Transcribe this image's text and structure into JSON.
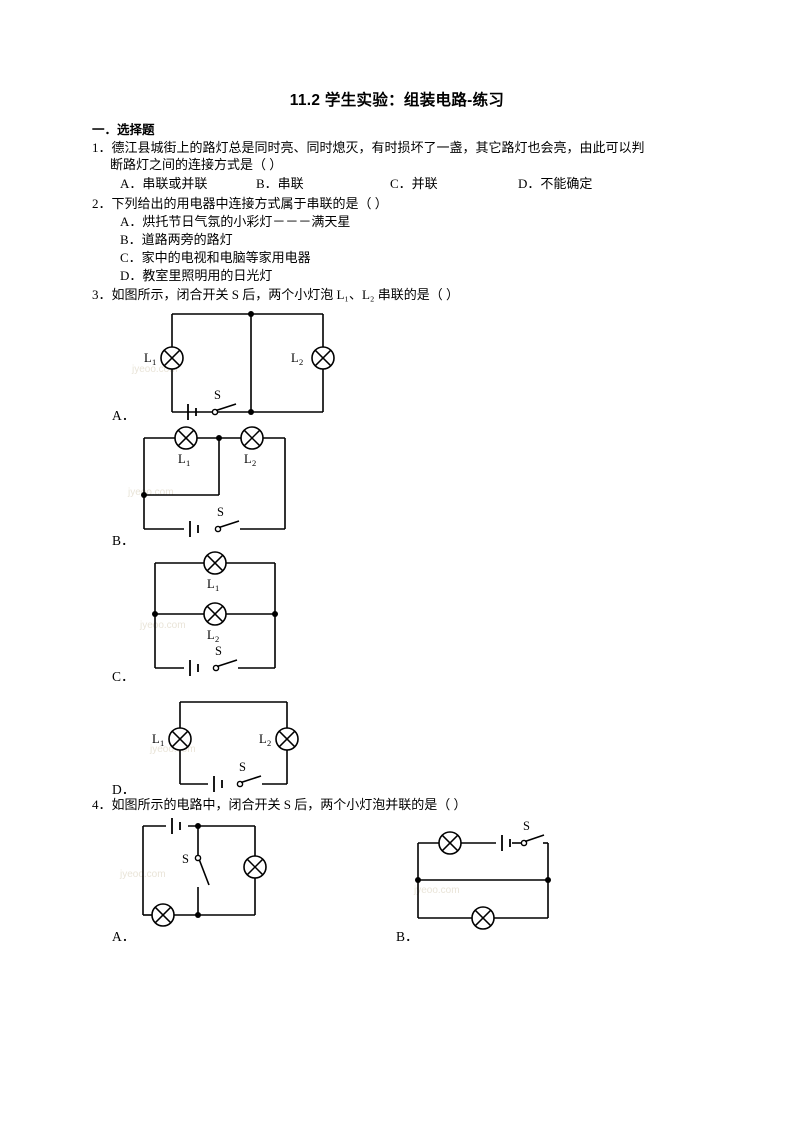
{
  "document": {
    "title": "11.2 学生实验：组装电路-练习",
    "section_heading": "一．选择题"
  },
  "questions": [
    {
      "number": "1．",
      "stem_line1": "德江县城街上的路灯总是同时亮、同时熄灭，有时损坏了一盏，其它路灯也会亮，由此可以判",
      "stem_line2": "断路灯之间的连接方式是（      ）",
      "options": [
        "A．串联或并联",
        "B．串联",
        "C．并联",
        "D．不能确定"
      ]
    },
    {
      "number": "2．",
      "stem_line1": "下列给出的用电器中连接方式属于串联的是（      ）",
      "options": [
        "A．烘托节日气氛的小彩灯－－－满天星",
        "B．道路两旁的路灯",
        "C．家中的电视和电脑等家用电器",
        "D．教室里照明用的日光灯"
      ]
    },
    {
      "number": "3．",
      "stem_line1": "如图所示，闭合开关 S 后，两个小灯泡 L₁、L₂ 串联的是（      ）",
      "choice_labels": [
        "A．",
        "B．",
        "C．",
        "D．"
      ],
      "circuits": [
        {
          "id": "q3-a",
          "description": "L1 与电池开关在左支路，L2 在右侧并联支路",
          "lamp_labels": [
            "L₁",
            "L₂"
          ],
          "switch_label": "S"
        },
        {
          "id": "q3-b",
          "description": "L1、L2 在上方，中间节点经导线接回左侧导线",
          "lamp_labels": [
            "L₁",
            "L₂"
          ],
          "switch_label": "S"
        },
        {
          "id": "q3-c",
          "description": "L1 与 L2 分别在上支路与中支路，电池开关在下方",
          "lamp_labels": [
            "L₁",
            "L₂"
          ],
          "switch_label": "S"
        },
        {
          "id": "q3-d",
          "description": "L1 在左边，L2 在右边，电池与开关在下方的串联回路",
          "lamp_labels": [
            "L₁",
            "L₂"
          ],
          "switch_label": "S"
        }
      ]
    },
    {
      "number": "4．",
      "stem_line1": "如图所示的电路中，闭合开关 S 后，两个小灯泡并联的是（      ）",
      "choice_labels": [
        "A．",
        "B．"
      ],
      "circuits": [
        {
          "id": "q4-a",
          "description": "电池在上方左侧，中间竖直支路含开关 S，右支路与下支路各一只灯泡",
          "switch_label": "S"
        },
        {
          "id": "q4-b",
          "description": "上方为灯泡、电池与开关 S，中间为导线，下方为灯泡",
          "switch_label": "S"
        }
      ]
    }
  ],
  "watermark": "jyeoo.com",
  "colors": {
    "ink": "#000000",
    "paper": "#ffffff",
    "watermark": "#e9e4d8"
  }
}
